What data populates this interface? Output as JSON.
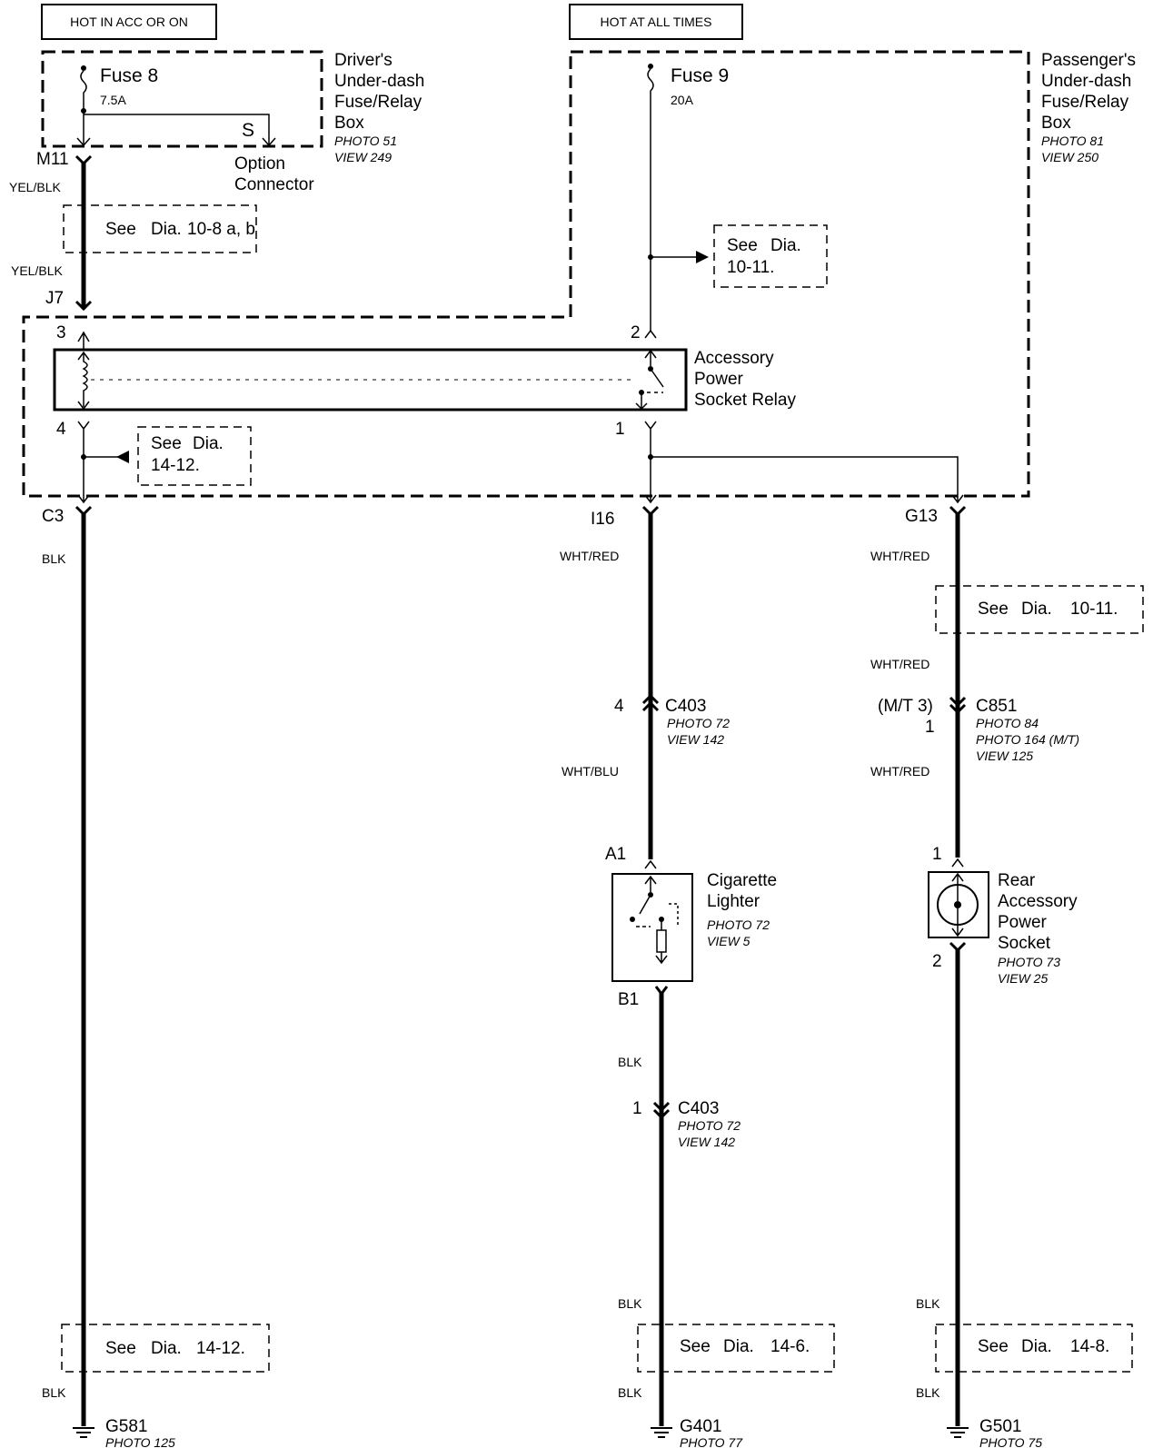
{
  "header": {
    "hot_acc_on": "HOT IN ACC OR ON",
    "hot_all_times": "HOT AT ALL TIMES"
  },
  "driver_box": {
    "fuse_name": "Fuse 8",
    "fuse_rating": "7.5A",
    "s_label": "S",
    "title_lines": [
      "Driver's",
      "Under-dash",
      "Fuse/Relay",
      "Box"
    ],
    "photo": "PHOTO 51",
    "view": "VIEW 249",
    "option_lines": [
      "Option",
      "Connector"
    ]
  },
  "passenger_box": {
    "fuse_name": "Fuse 9",
    "fuse_rating": "20A",
    "title_lines": [
      "Passenger's",
      "Under-dash",
      "Fuse/Relay",
      "Box"
    ],
    "photo": "PHOTO 81",
    "view": "VIEW 250"
  },
  "relay": {
    "title_lines": [
      "Accessory",
      "Power",
      "Socket Relay"
    ],
    "pin3": "3",
    "pin2": "2",
    "pin4": "4",
    "pin1": "1"
  },
  "connectors": {
    "m11": "M11",
    "j7": "J7",
    "c3": "C3",
    "i16": "I16",
    "g13": "G13",
    "c403_top": {
      "pin": "4",
      "name": "C403",
      "photo": "PHOTO 72",
      "view": "VIEW 142"
    },
    "c851": {
      "pin_mt": "(M/T 3)",
      "pin": "1",
      "name": "C851",
      "photo": "PHOTO 84",
      "photo2": "PHOTO 164 (M/T)",
      "view": "VIEW 125"
    },
    "c403_bottom": {
      "pin": "1",
      "name": "C403",
      "photo": "PHOTO 72",
      "view": "VIEW 142"
    }
  },
  "wires": {
    "yel_blk_1": "YEL/BLK",
    "yel_blk_2": "YEL/BLK",
    "blk_left_top": "BLK",
    "blk_left_bottom": "BLK",
    "wht_red_mid": "WHT/RED",
    "wht_blu": "WHT/BLU",
    "blk_mid_1": "BLK",
    "blk_mid_2": "BLK",
    "blk_mid_3": "BLK",
    "wht_red_right_1": "WHT/RED",
    "wht_red_right_2": "WHT/RED",
    "wht_red_right_3": "WHT/RED",
    "blk_right_1": "BLK",
    "blk_right_2": "BLK"
  },
  "see_dia": {
    "d10_8": [
      "See",
      "Dia.",
      "10-8 a, b"
    ],
    "d10_11_top": [
      "See",
      "Dia.",
      "10-11."
    ],
    "d14_12_small": [
      "See",
      "Dia.",
      "14-12."
    ],
    "d10_11_right": [
      "See",
      "Dia.",
      "10-11."
    ],
    "d14_12_bottom": [
      "See",
      "Dia.",
      "14-12."
    ],
    "d14_6": [
      "See",
      "Dia.",
      "14-6."
    ],
    "d14_8": [
      "See",
      "Dia.",
      "14-8."
    ]
  },
  "lighter": {
    "a1": "A1",
    "b1": "B1",
    "title_lines": [
      "Cigarette",
      "Lighter"
    ],
    "photo": "PHOTO 72",
    "view": "VIEW 5"
  },
  "socket": {
    "pin1": "1",
    "pin2": "2",
    "title_lines": [
      "Rear",
      "Accessory",
      "Power",
      "Socket"
    ],
    "photo": "PHOTO 73",
    "view": "VIEW 25"
  },
  "grounds": {
    "g581": {
      "name": "G581",
      "photo": "PHOTO 125"
    },
    "g401": {
      "name": "G401",
      "photo": "PHOTO 77"
    },
    "g501": {
      "name": "G501",
      "photo": "PHOTO 75"
    }
  }
}
